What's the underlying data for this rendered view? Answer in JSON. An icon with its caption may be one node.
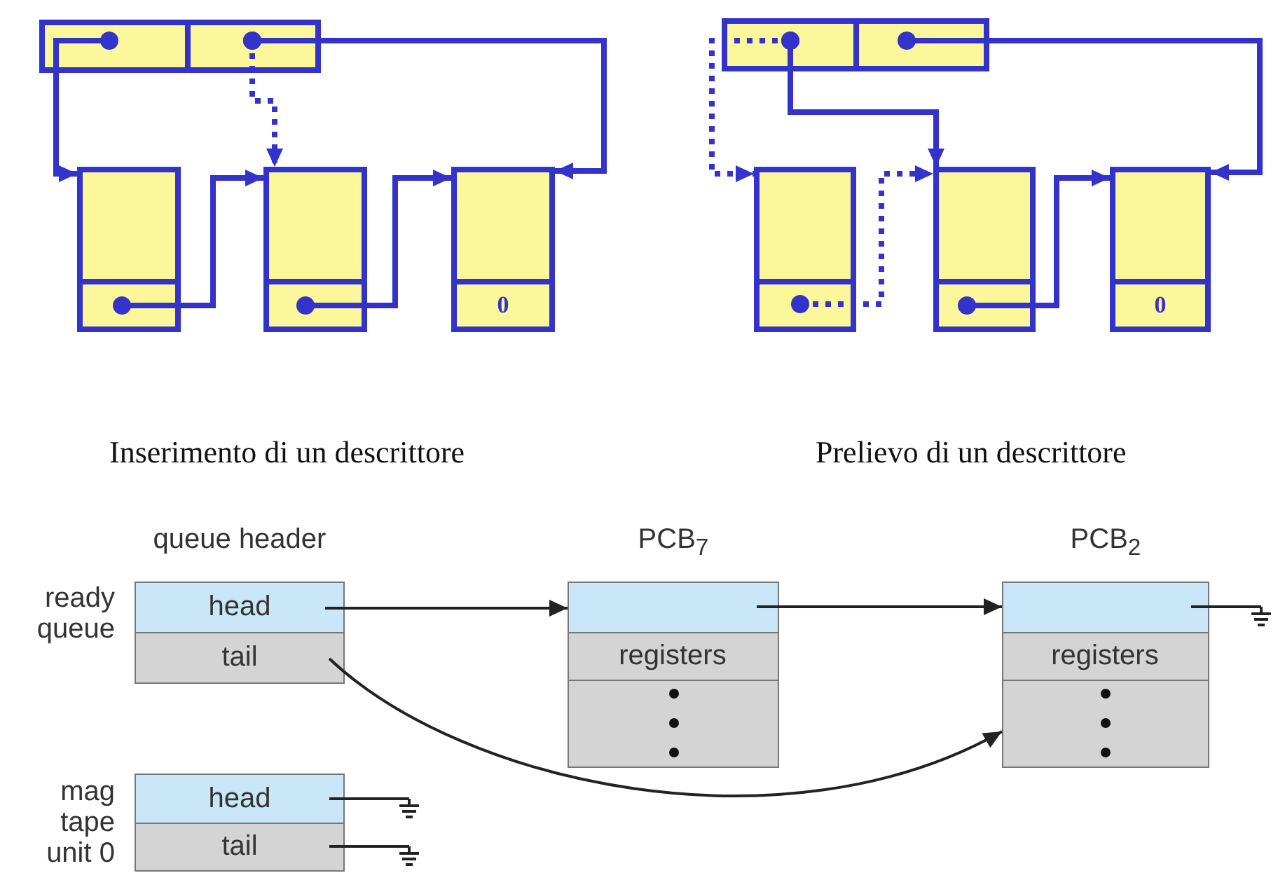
{
  "diagram": {
    "nodes": [
      {
        "text": [],
        "shape": "box"
      },
      {
        "text": [],
        "shape": "box"
      },
      {
        "text": [],
        "shape": "box"
      },
      {
        "text": [],
        "shape": "box",
        "in": 2
      },
      {
        "text": [],
        "shape": "box"
      },
      {
        "text": [],
        "shape": "box",
        "in": 4
      },
      {
        "text": [],
        "shape": "box"
      },
      {
        "text": [
          "0"
        ],
        "in": 6
      },
      {
        "text": [],
        "shape": "box"
      },
      {
        "text": [],
        "shape": "box"
      },
      {
        "text": [],
        "shape": "box"
      },
      {
        "text": [],
        "shape": "box",
        "in": 10
      },
      {
        "text": [],
        "shape": "box"
      },
      {
        "text": [],
        "shape": "box",
        "in": 12
      },
      {
        "text": [],
        "shape": "box"
      },
      {
        "text": [
          "0"
        ],
        "in": 14
      },
      {
        "text": [
          "queue header"
        ],
        "beside": [
          "ready queue"
        ]
      },
      {
        "text": [
          "head"
        ],
        "in": 16
      },
      {
        "text": [
          "tail"
        ],
        "in": 16
      },
      {
        "text": [
          "PCB$_{7}$"
        ]
      },
      {
        "text": [],
        "shape": "box",
        "in": 19
      },
      {
        "text": [
          "registers"
        ],
        "in": 19
      },
      {
        "text": [
          "PCB$_{2}$"
        ]
      },
      {
        "text": [],
        "shape": "box",
        "in": 22
      },
      {
        "text": [
          "registers"
        ],
        "in": 22
      },
      {
        "text": [],
        "shape": "box",
        "beside": [
          "mag tape unit 0"
        ]
      },
      {
        "text": [
          "head"
        ],
        "in": 25
      },
      {
        "text": [
          "tail"
        ],
        "in": 25
      }
    ],
    "edges": [
      {
        "from": 0,
        "to": 2,
        "arrow": "to"
      },
      {
        "from": 1,
        "to": 4,
        "arrow": "to",
        "style": "dashed"
      },
      {
        "from": 1,
        "to": 6,
        "arrow": "to"
      },
      {
        "from": 3,
        "to": 4,
        "arrow": "to"
      },
      {
        "from": 5,
        "to": 6,
        "arrow": "to"
      },
      {
        "from": 8,
        "to": 10,
        "arrow": "to",
        "style": "dashed"
      },
      {
        "from": 8,
        "to": 12,
        "arrow": "to"
      },
      {
        "from": 9,
        "to": 14,
        "arrow": "to"
      },
      {
        "from": 11,
        "to": 12,
        "arrow": "to",
        "style": "dashed"
      },
      {
        "from": 13,
        "to": 14,
        "arrow": "to"
      },
      {
        "from": 17,
        "to": 20,
        "arrow": "to",
        "color": "#222222"
      },
      {
        "from": 18,
        "to": 22,
        "arrow": "to",
        "color": "#222222"
      },
      {
        "from": 20,
        "to": 23,
        "arrow": "to",
        "color": "#222222"
      },
      {
        "from": 23,
        "to": null,
        "arrow": "other",
        "color": "#222222"
      },
      {
        "from": 26,
        "to": null,
        "arrow": "other",
        "color": "#222222"
      },
      {
        "from": 27,
        "to": null,
        "arrow": "other",
        "color": "#222222"
      }
    ],
    "labels": [
      "Inserimento di un descrittore",
      "Prelievo di un descrittore"
    ]
  }
}
